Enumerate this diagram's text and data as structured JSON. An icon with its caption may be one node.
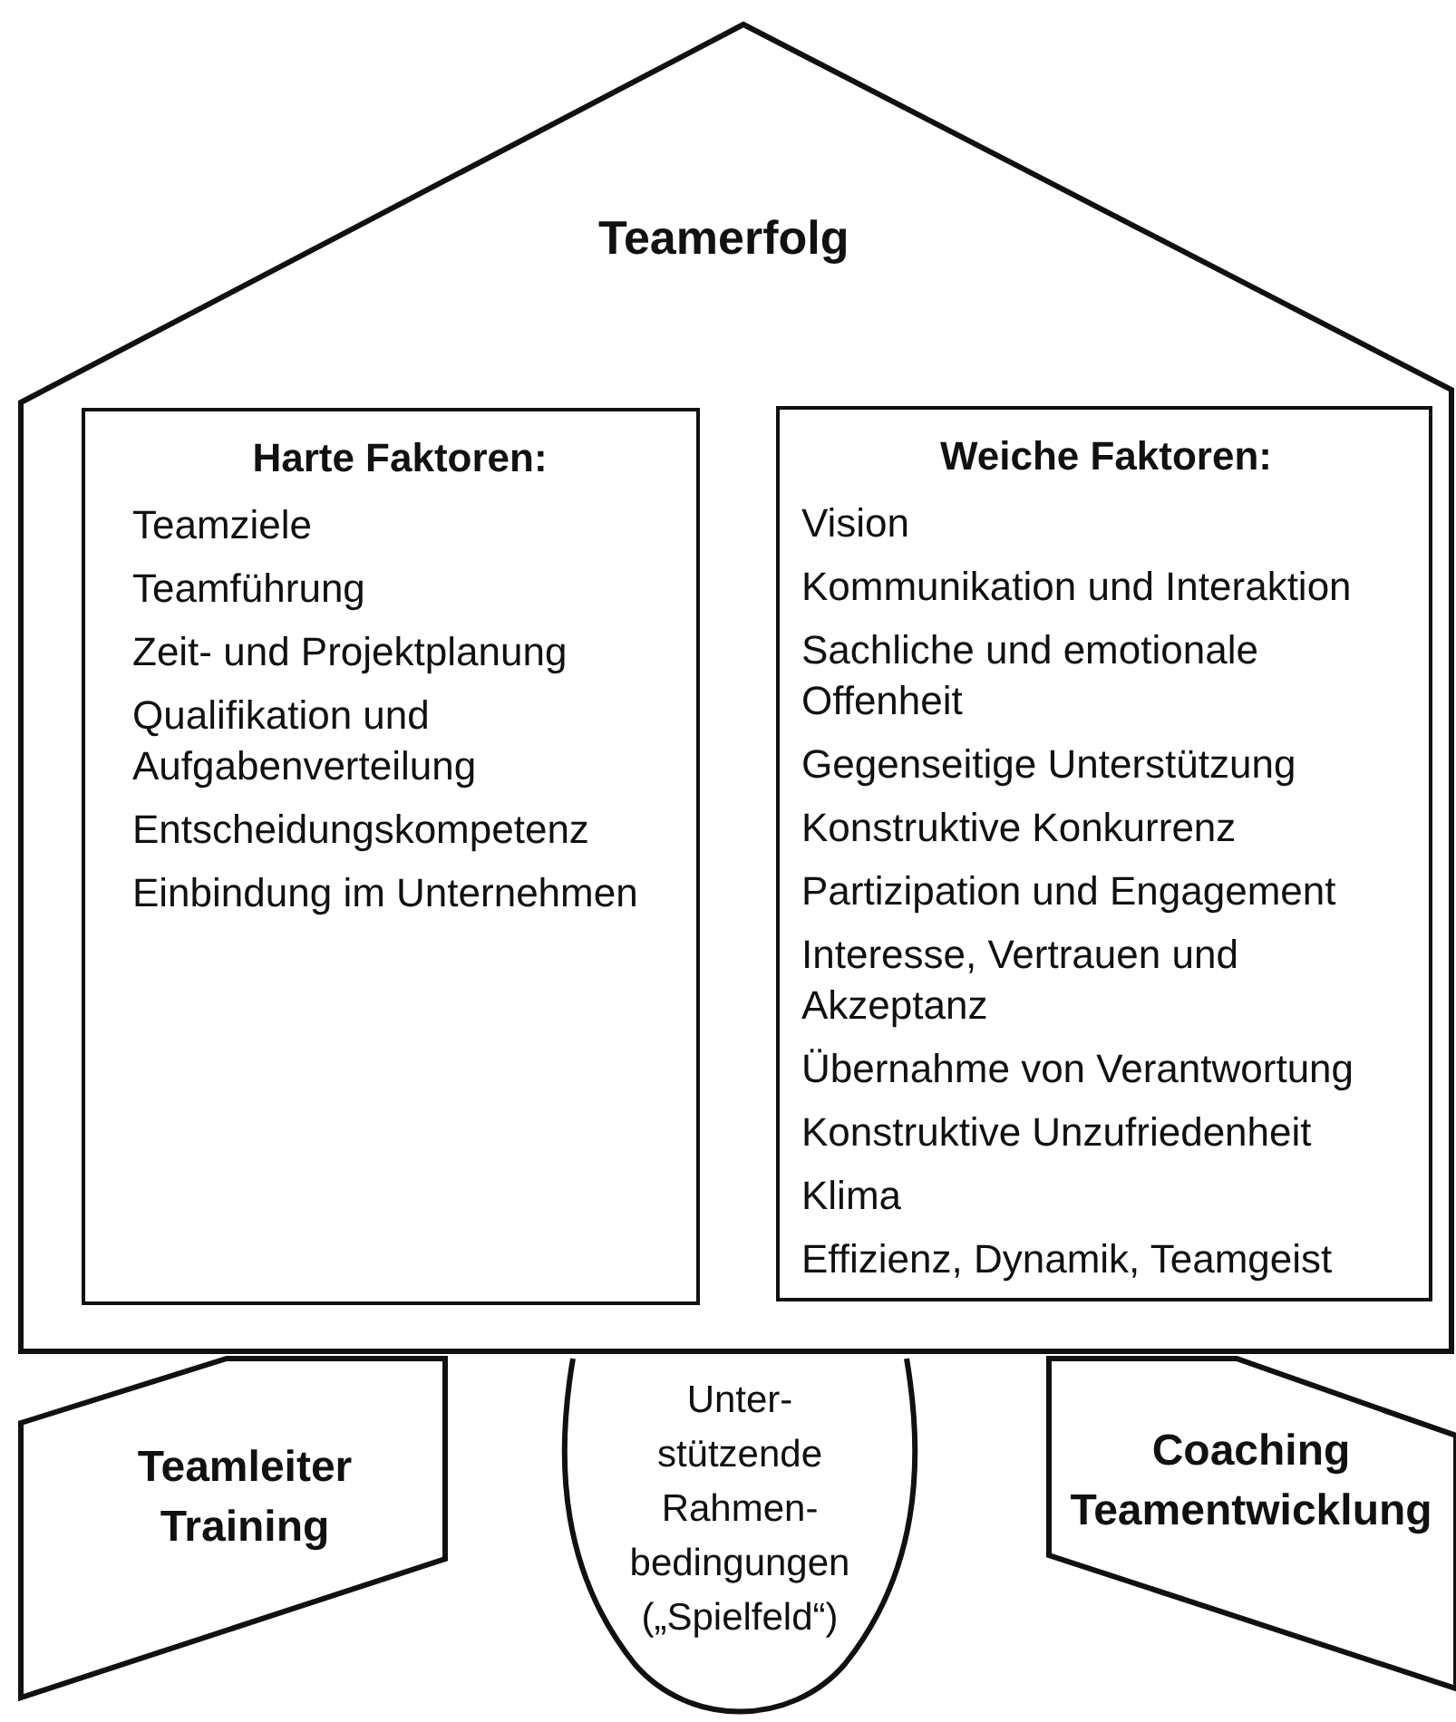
{
  "diagram": {
    "nodes": [
      {
        "text": [
          "Teamerfolg"
        ]
      },
      {
        "text": [
          "Harte Faktoren:",
          "Teamziele",
          "Teamführung",
          "Zeit- und Projektplanung",
          "Qualifikation und Aufgabenverteilung",
          "Entscheidungskompetenz",
          "Einbindung im Unternehmen"
        ],
        "in": 0
      },
      {
        "text": [
          "Weiche Faktoren:",
          "Vision",
          "Kommunikation und Interaktion",
          "Sachliche und emotionale Offenheit",
          "Gegenseitige Unterstützung",
          "Konstruktive Konkurrenz",
          "Partizipation und Engagement",
          "Interesse, Vertrauen und Akzeptanz",
          "Übernahme von Verantwortung",
          "Konstruktive Unzufriedenheit",
          "Klima",
          "Effizienz, Dynamik, Teamgeist"
        ],
        "in": 0
      },
      {
        "text": [
          "Teamleiter Training"
        ]
      },
      {
        "text": [
          "Unter- stützende Rahmen- bedingungen („Spielfeld“)"
        ]
      },
      {
        "text": [
          "Coaching Teamentwicklung"
        ]
      }
    ]
  }
}
